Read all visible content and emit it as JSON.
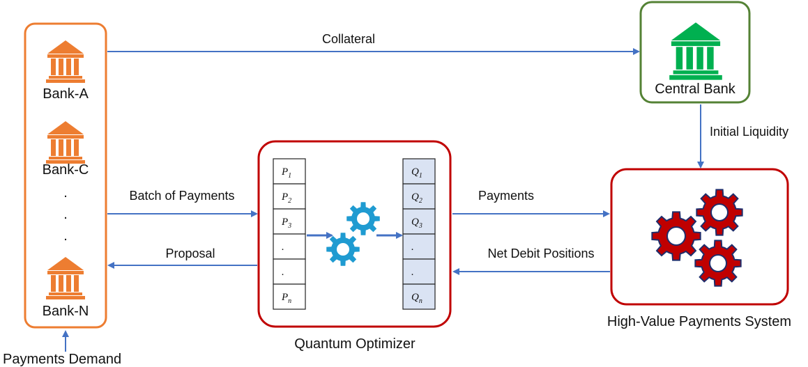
{
  "banks": {
    "labels": [
      "Bank-A",
      "Bank-C",
      "Bank-N"
    ],
    "dots": ".",
    "color": "#ED7D31"
  },
  "central_bank": {
    "label": "Central Bank",
    "color": "#548235"
  },
  "optimizer": {
    "title": "Quantum Optimizer",
    "border_color": "#C00000",
    "inputs": [
      {
        "base": "P",
        "sub": "1"
      },
      {
        "base": "P",
        "sub": "2"
      },
      {
        "base": "P",
        "sub": "3"
      },
      {
        "base": ".",
        "sub": ""
      },
      {
        "base": ".",
        "sub": ""
      },
      {
        "base": "P",
        "sub": "n"
      }
    ],
    "outputs": [
      {
        "base": "Q",
        "sub": "1"
      },
      {
        "base": "Q",
        "sub": "2"
      },
      {
        "base": "Q",
        "sub": "3"
      },
      {
        "base": ".",
        "sub": ""
      },
      {
        "base": ".",
        "sub": ""
      },
      {
        "base": "Q",
        "sub": "n"
      }
    ],
    "gear_color": "#1F9BD1",
    "output_fill": "#DAE3F3"
  },
  "hvps": {
    "title": "High-Value Payments System",
    "gear_color": "#C00000"
  },
  "arrows": {
    "collateral": "Collateral",
    "initial_liquidity": "Initial Liquidity",
    "batch_of_payments": "Batch of Payments",
    "proposal": "Proposal",
    "payments": "Payments",
    "net_debit_positions": "Net Debit Positions",
    "payments_demand": "Payments Demand",
    "color": "#4472C4"
  }
}
